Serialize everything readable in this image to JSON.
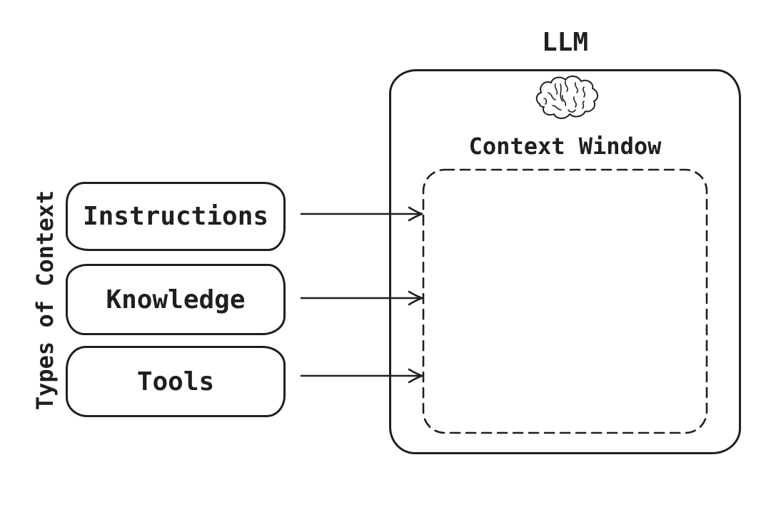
{
  "diagram": {
    "side_label": "Types of Context",
    "source_boxes": [
      {
        "label": "Instructions"
      },
      {
        "label": "Knowledge"
      },
      {
        "label": "Tools"
      }
    ],
    "llm": {
      "title": "LLM",
      "icon": "brain-icon",
      "context_window_label": "Context Window"
    },
    "colors": {
      "stroke": "#1f1f1f",
      "background": "#ffffff"
    }
  }
}
